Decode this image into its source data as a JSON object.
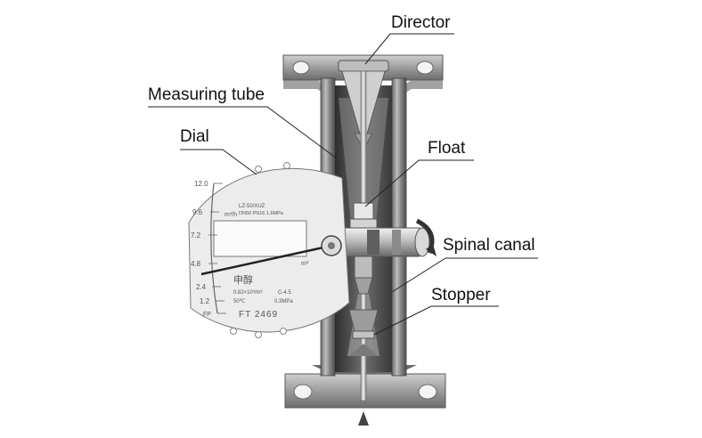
{
  "labels": {
    "director": "Director",
    "measuring_tube": "Measuring tube",
    "dial": "Dial",
    "float": "Float",
    "spinal_canal": "Spinal canal",
    "stopper": "Stopper"
  },
  "dial": {
    "scale_ticks": [
      "12.0",
      "9.6",
      "7.2",
      "4.8",
      "2.4",
      "1.2",
      "FP"
    ],
    "unit_top": "m³/h",
    "unit_right": "m³",
    "model_line_1": "LZ-50/XUZ",
    "model_line_2": "DN50 PN16 1.6MPa",
    "maker_glyph": "申醇",
    "spec_line_1": "0.82×10³/m³",
    "spec_line_2": "50℃",
    "spec_right_1": "C-4.5",
    "spec_right_2": "0.3MPa",
    "serial": "FT 2469"
  },
  "colors": {
    "label_text": "#111111",
    "metal_dark": "#5f5f5f",
    "metal_mid": "#9a9a9a",
    "metal_light": "#d6d6d6",
    "dial_face": "#ededed"
  }
}
